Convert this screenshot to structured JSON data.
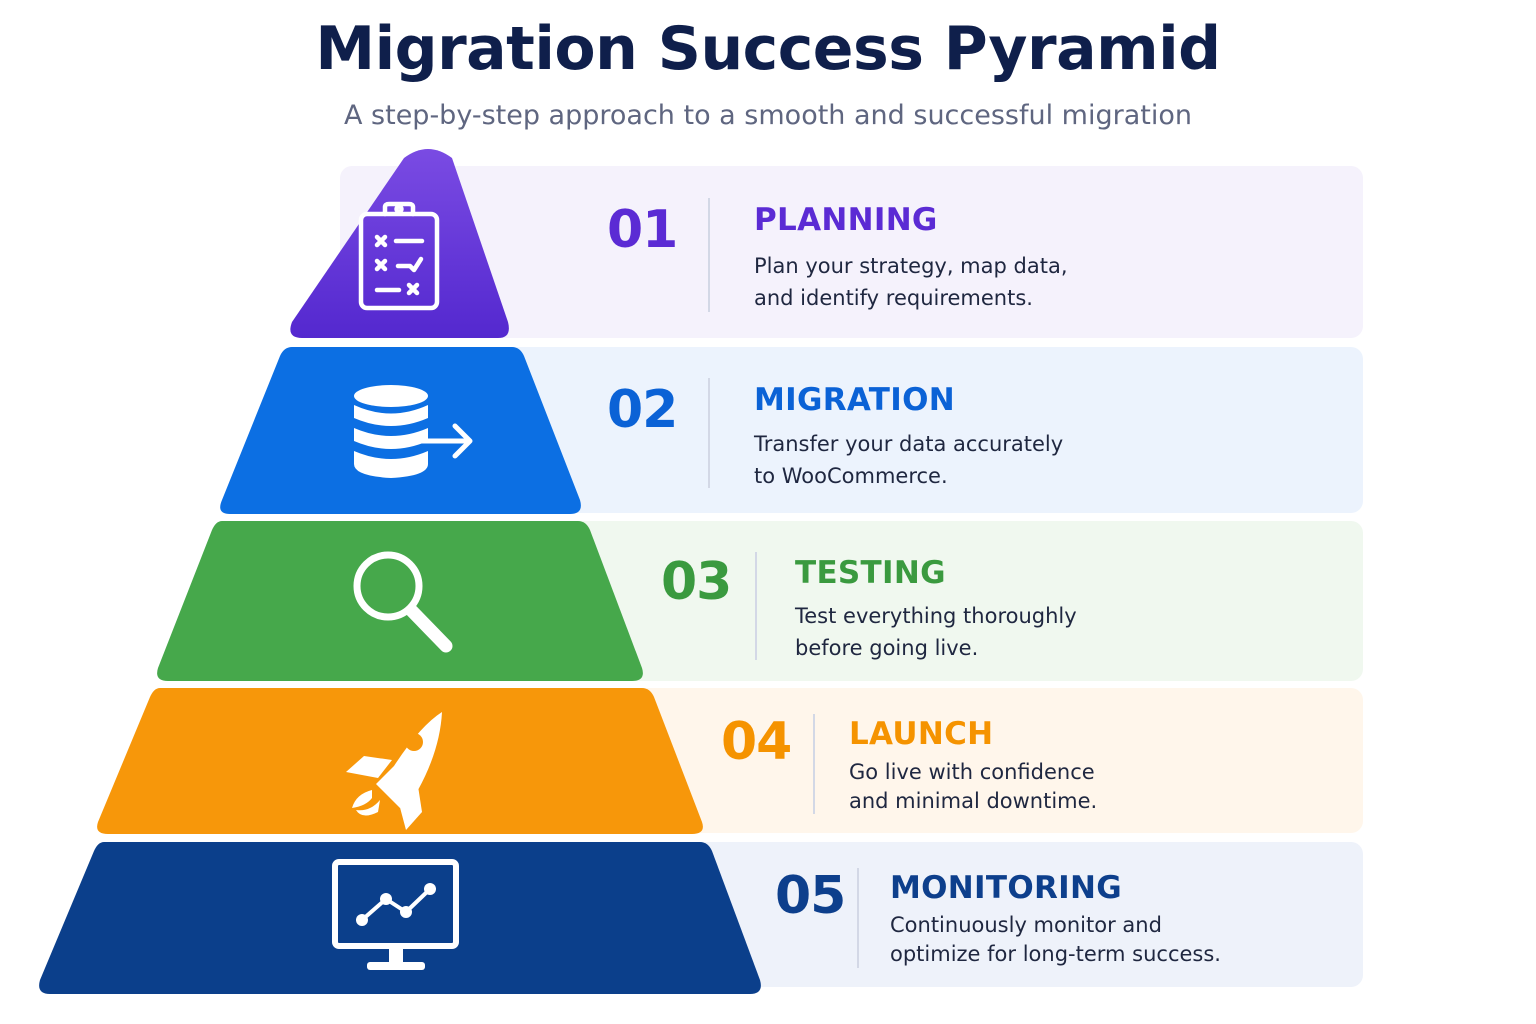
{
  "header": {
    "title": "Migration Success Pyramid",
    "subtitle": "A step-by-step approach to a smooth and successful migration"
  },
  "steps": [
    {
      "number": "01",
      "title": "PLANNING",
      "desc_lines": [
        "Plan your strategy, map data,",
        "and identify requirements."
      ],
      "icon": "clipboard-checklist-icon",
      "color": "#5b2bd4",
      "band_color": "#f5f2fc"
    },
    {
      "number": "02",
      "title": "MIGRATION",
      "desc_lines": [
        "Transfer your data accurately",
        "to WooCommerce."
      ],
      "icon": "database-transfer-icon",
      "color": "#0b62d6",
      "band_color": "#ecf3fd"
    },
    {
      "number": "03",
      "title": "TESTING",
      "desc_lines": [
        "Test everything thoroughly",
        "before going live."
      ],
      "icon": "magnifier-icon",
      "color": "#3a9a3f",
      "band_color": "#f0f8ef"
    },
    {
      "number": "04",
      "title": "LAUNCH",
      "desc_lines": [
        "Go live with confidence",
        "and minimal downtime."
      ],
      "icon": "rocket-icon",
      "color": "#f59300",
      "band_color": "#fff6eb"
    },
    {
      "number": "05",
      "title": "MONITORING",
      "desc_lines": [
        "Continuously monitor and",
        "optimize for long-term success."
      ],
      "icon": "monitor-chart-icon",
      "color": "#0d3f8c",
      "band_color": "#eef2fa"
    }
  ]
}
